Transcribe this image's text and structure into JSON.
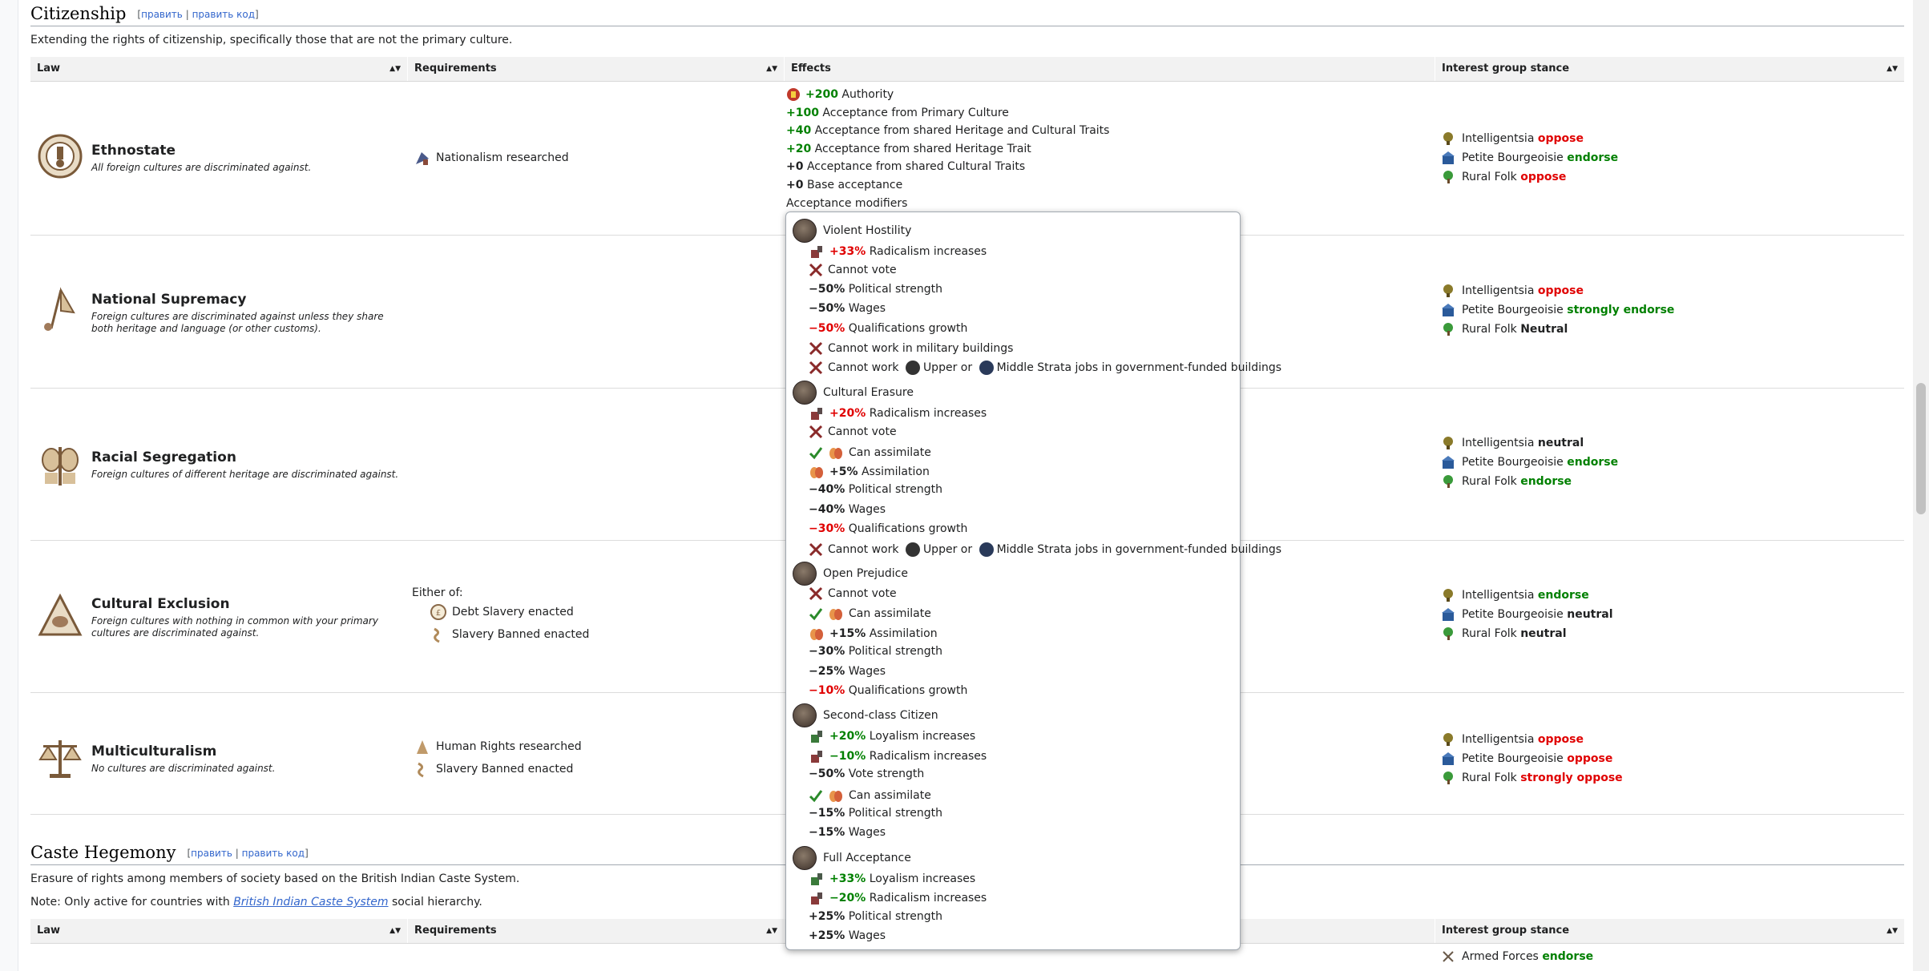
{
  "citizenship": {
    "title": "Citizenship",
    "edit": "править",
    "sep": "|",
    "edit_code": "править код",
    "lb": "[",
    "rb": "]",
    "intro": "Extending the rights of citizenship, specifically those that are not the primary culture."
  },
  "table_headers": {
    "law": "Law",
    "requirements": "Requirements",
    "effects": "Effects",
    "stance": "Interest group stance"
  },
  "laws": [
    {
      "name": "Ethnostate",
      "desc": "All foreign cultures are discriminated against.",
      "reqs": [
        "Nationalism researched"
      ],
      "stances": [
        {
          "group": "Intelligentsia",
          "stance": "oppose"
        },
        {
          "group": "Petite Bourgeoisie",
          "stance": "endorse"
        },
        {
          "group": "Rural Folk",
          "stance": "oppose"
        }
      ]
    },
    {
      "name": "National Supremacy",
      "desc": "Foreign cultures are discriminated against unless they share both heritage and language (or other customs).",
      "reqs": [],
      "stances": [
        {
          "group": "Intelligentsia",
          "stance": "oppose"
        },
        {
          "group": "Petite Bourgeoisie",
          "stance": "strongly endorse"
        },
        {
          "group": "Rural Folk",
          "stance": "Neutral"
        }
      ]
    },
    {
      "name": "Racial Segregation",
      "desc": "Foreign cultures of different heritage are discriminated against.",
      "reqs": [],
      "stances": [
        {
          "group": "Intelligentsia",
          "stance": "neutral"
        },
        {
          "group": "Petite Bourgeoisie",
          "stance": "endorse"
        },
        {
          "group": "Rural Folk",
          "stance": "endorse"
        }
      ]
    },
    {
      "name": "Cultural Exclusion",
      "desc": "Foreign cultures with nothing in common with your primary cultures are discriminated against.",
      "reqs_header": "Either of:",
      "reqs": [
        "Debt Slavery enacted",
        "Slavery Banned enacted"
      ],
      "stances": [
        {
          "group": "Intelligentsia",
          "stance": "endorse"
        },
        {
          "group": "Petite Bourgeoisie",
          "stance": "neutral"
        },
        {
          "group": "Rural Folk",
          "stance": "neutral"
        }
      ]
    },
    {
      "name": "Multiculturalism",
      "desc": "No cultures are discriminated against.",
      "reqs": [
        "Human Rights researched",
        "Slavery Banned enacted"
      ],
      "stances": [
        {
          "group": "Intelligentsia",
          "stance": "oppose"
        },
        {
          "group": "Petite Bourgeoisie",
          "stance": "oppose"
        },
        {
          "group": "Rural Folk",
          "stance": "strongly oppose"
        }
      ]
    }
  ],
  "ethnostate_effects": [
    {
      "val": "+200",
      "text": "Authority"
    },
    {
      "val": "+100",
      "text": "Acceptance from Primary Culture"
    },
    {
      "val": "+40",
      "text": "Acceptance from shared Heritage and Cultural Traits"
    },
    {
      "val": "+20",
      "text": "Acceptance from shared Heritage Trait"
    },
    {
      "val": "+0",
      "text": "Acceptance from shared Cultural Traits"
    },
    {
      "val": "+0",
      "text": "Base acceptance"
    },
    {
      "val": "",
      "text": "Acceptance modifiers"
    }
  ],
  "popup": {
    "upper": "Upper",
    "or": "or",
    "middle_jobs": "Middle Strata jobs in government-funded buildings",
    "cannot_work": "Cannot work",
    "categories": [
      {
        "name": "Violent Hostility",
        "lines": [
          {
            "val": "+33%",
            "text": "Radicalism increases"
          },
          {
            "val": "",
            "text": "Cannot vote"
          },
          {
            "val": "−50%",
            "text": "Political strength"
          },
          {
            "val": "−50%",
            "text": "Wages"
          },
          {
            "val": "−50%",
            "text": "Qualifications growth"
          },
          {
            "val": "",
            "text": "Cannot work in military buildings"
          },
          {
            "val": "",
            "text": ""
          }
        ]
      },
      {
        "name": "Cultural Erasure",
        "lines": [
          {
            "val": "+20%",
            "text": "Radicalism increases"
          },
          {
            "val": "",
            "text": "Cannot vote"
          },
          {
            "val": "",
            "text": "Can assimilate"
          },
          {
            "val": "+5%",
            "text": "Assimilation"
          },
          {
            "val": "−40%",
            "text": "Political strength"
          },
          {
            "val": "−40%",
            "text": "Wages"
          },
          {
            "val": "−30%",
            "text": "Qualifications growth"
          },
          {
            "val": "",
            "text": ""
          }
        ]
      },
      {
        "name": "Open Prejudice",
        "lines": [
          {
            "val": "",
            "text": "Cannot vote"
          },
          {
            "val": "",
            "text": "Can assimilate"
          },
          {
            "val": "+15%",
            "text": "Assimilation"
          },
          {
            "val": "−30%",
            "text": "Political strength"
          },
          {
            "val": "−25%",
            "text": "Wages"
          },
          {
            "val": "−10%",
            "text": "Qualifications growth"
          }
        ]
      },
      {
        "name": "Second-class Citizen",
        "lines": [
          {
            "val": "+20%",
            "text": "Loyalism increases"
          },
          {
            "val": "−10%",
            "text": "Radicalism increases"
          },
          {
            "val": "−50%",
            "text": "Vote strength"
          },
          {
            "val": "",
            "text": "Can assimilate"
          },
          {
            "val": "−15%",
            "text": "Political strength"
          },
          {
            "val": "−15%",
            "text": "Wages"
          }
        ]
      },
      {
        "name": "Full Acceptance",
        "lines": [
          {
            "val": "+33%",
            "text": "Loyalism increases"
          },
          {
            "val": "−20%",
            "text": "Radicalism increases"
          },
          {
            "val": "+25%",
            "text": "Political strength"
          },
          {
            "val": "+25%",
            "text": "Wages"
          }
        ]
      }
    ]
  },
  "caste": {
    "title": "Caste Hegemony",
    "edit": "править",
    "sep": "|",
    "edit_code": "править код",
    "lb": "[",
    "rb": "]",
    "intro": "Erasure of rights among members of society based on the British Indian Caste System.",
    "note_prefix": "Note: Only active for countries with",
    "note_link": "British Indian Caste System",
    "note_suffix": "social hierarchy.",
    "first_stance": {
      "group": "Armed Forces",
      "stance": "endorse"
    }
  },
  "colors": {
    "positive": "#008000",
    "negative": "#e00000",
    "link": "#3366cc"
  }
}
